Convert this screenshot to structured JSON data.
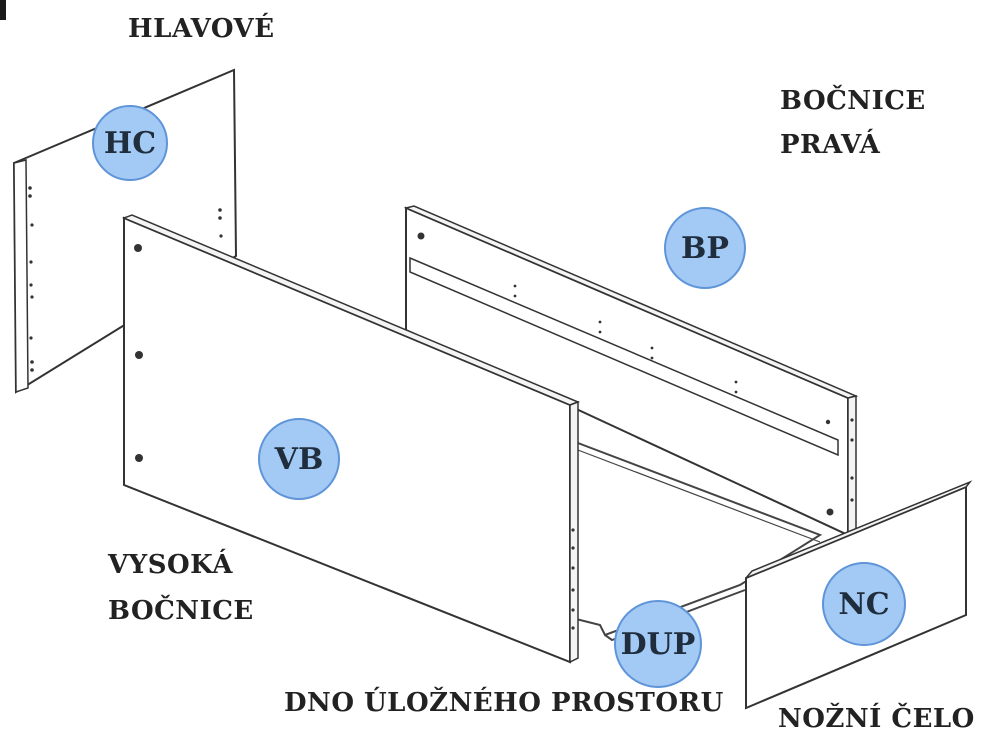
{
  "labels": {
    "head_panel": "HLAVOVÉ",
    "side_right_line1": "BOČNICE",
    "side_right_line2": "PRAVÁ",
    "high_side_line1": "VYSOKÁ",
    "high_side_line2": "BOČNICE",
    "storage_bottom": "DNO ÚLOŽNÉHO PROSTORU",
    "foot_panel": "NOŽNÍ ČELO"
  },
  "badges": {
    "hc": "HC",
    "bp": "BP",
    "vb": "VB",
    "dup": "DUP",
    "nc": "NC"
  },
  "colors": {
    "badge_fill": "#a3c9f5",
    "badge_border": "#5f95d8",
    "panel_line": "#333333"
  }
}
